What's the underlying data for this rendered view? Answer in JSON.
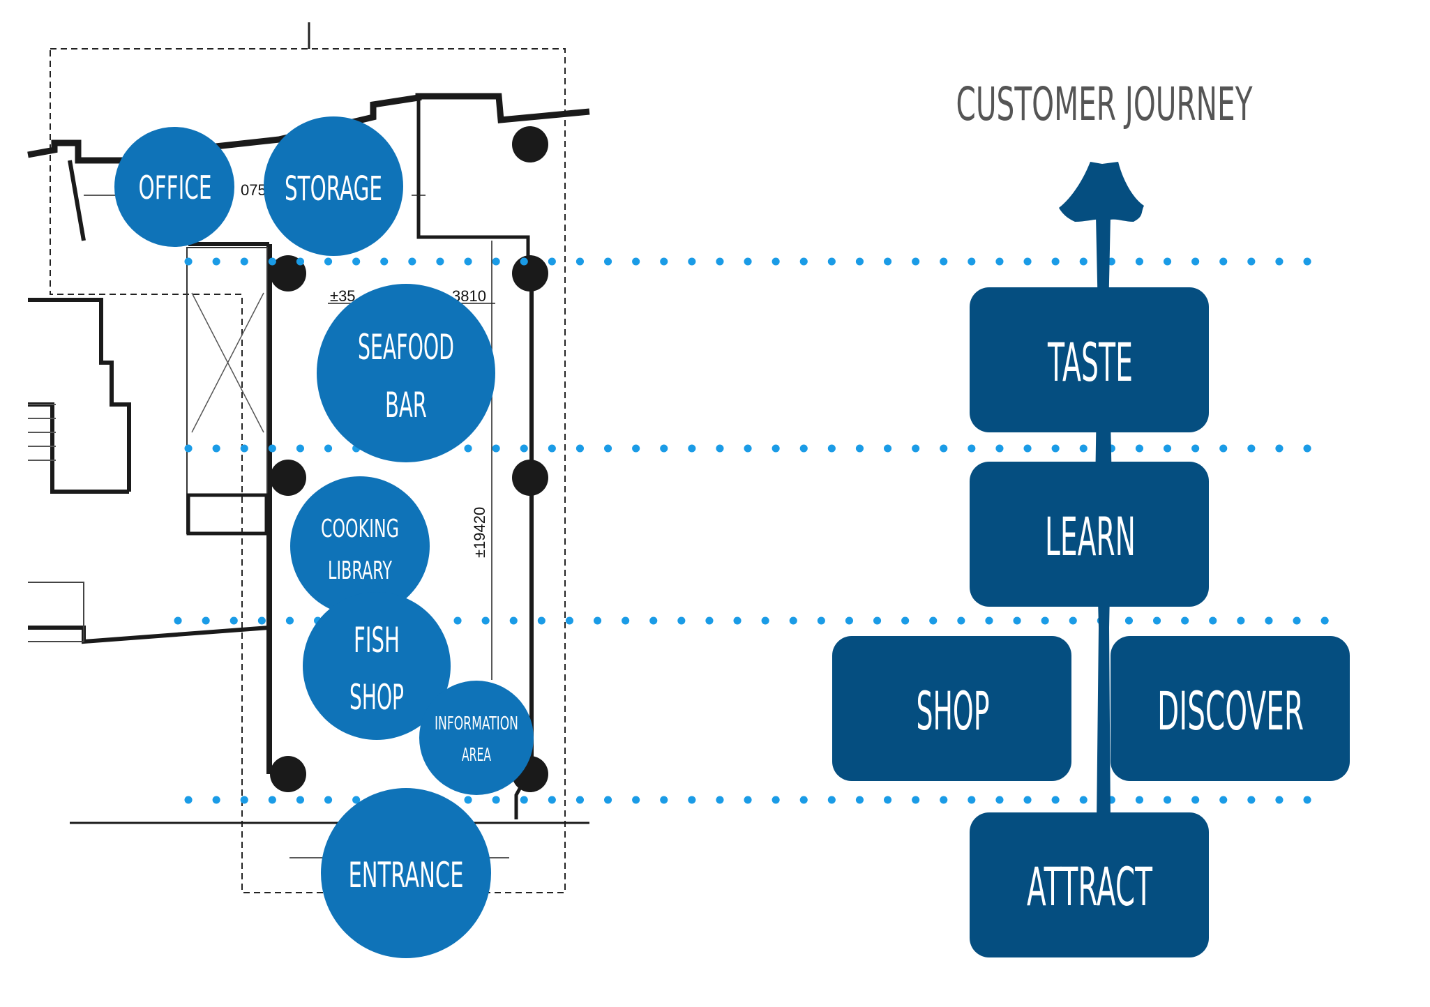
{
  "title": "CUSTOMER JOURNEY",
  "colors": {
    "zone_blue": "#0f73b8",
    "step_navy": "#054e80",
    "dot_blue": "#1a9be6",
    "wall": "#1a1a1a",
    "title_gray": "#555555"
  },
  "floorplan": {
    "zones": [
      {
        "id": "office",
        "lines": [
          "OFFICE"
        ]
      },
      {
        "id": "storage",
        "lines": [
          "STORAGE"
        ]
      },
      {
        "id": "seafood-bar",
        "lines": [
          "SEAFOOD",
          "BAR"
        ]
      },
      {
        "id": "cooking-library",
        "lines": [
          "COOKING",
          "LIBRARY"
        ]
      },
      {
        "id": "fish-shop",
        "lines": [
          "FISH",
          "SHOP"
        ]
      },
      {
        "id": "information-area",
        "lines": [
          "INFORMATION",
          "AREA"
        ]
      },
      {
        "id": "entrance",
        "lines": [
          "ENTRANCE"
        ]
      }
    ],
    "dimensions": {
      "top_fragment": "075",
      "width_left": "±35",
      "width_right": "3810",
      "length": "±19420"
    }
  },
  "journey": {
    "steps": [
      {
        "id": "taste",
        "label": "TASTE"
      },
      {
        "id": "learn",
        "label": "LEARN"
      },
      {
        "id": "shop",
        "label": "SHOP"
      },
      {
        "id": "discover",
        "label": "DISCOVER"
      },
      {
        "id": "attract",
        "label": "ATTRACT"
      }
    ]
  }
}
